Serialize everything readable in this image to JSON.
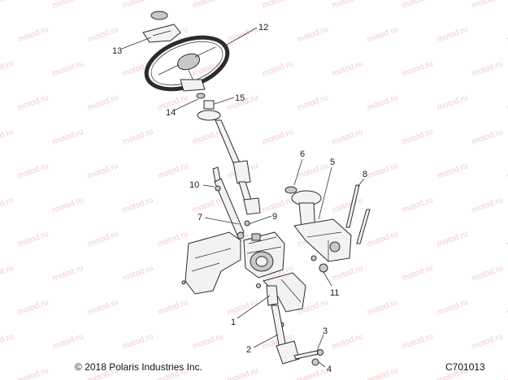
{
  "watermark": "motod.ru",
  "copyright": "© 2018 Polaris Industries Inc.",
  "figure_code": "C701013",
  "callouts": {
    "c1": "1",
    "c2": "2",
    "c3": "3",
    "c4": "4",
    "c5": "5",
    "c6": "6",
    "c7": "7",
    "c8": "8",
    "c9": "9",
    "c10": "10",
    "c11": "11",
    "c12": "12",
    "c13": "13",
    "c14": "14",
    "c15": "15"
  }
}
